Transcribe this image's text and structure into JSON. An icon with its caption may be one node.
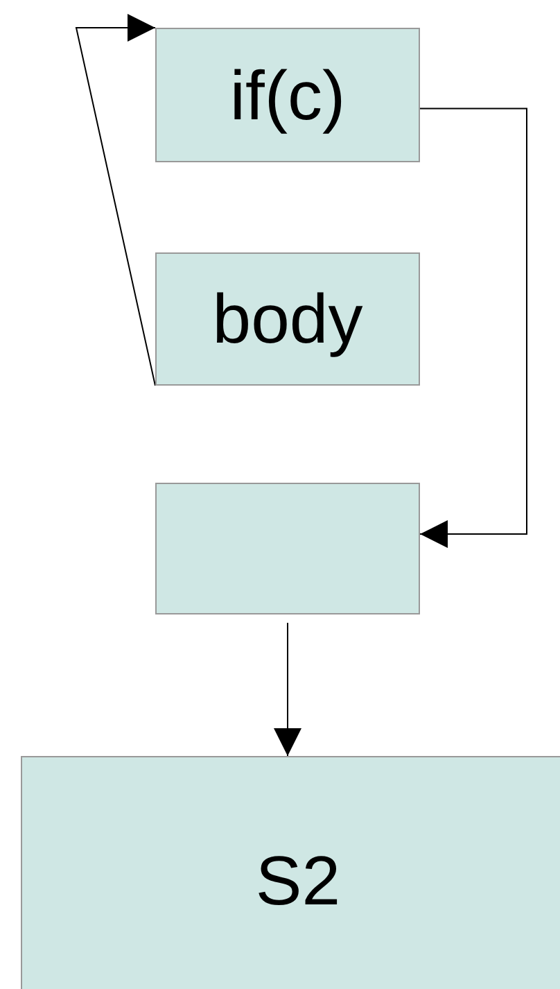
{
  "diagram": {
    "nodes": [
      {
        "text": [
          "if(c)"
        ]
      },
      {
        "text": [
          "body"
        ]
      },
      {
        "text": [],
        "shape": "box"
      },
      {
        "text": [
          "S2"
        ]
      }
    ],
    "edges": [
      {
        "from": 1,
        "to": 0,
        "arrow": "to"
      },
      {
        "from": 0,
        "to": 2,
        "arrow": "to"
      },
      {
        "from": 2,
        "to": 3,
        "arrow": "to"
      }
    ]
  }
}
